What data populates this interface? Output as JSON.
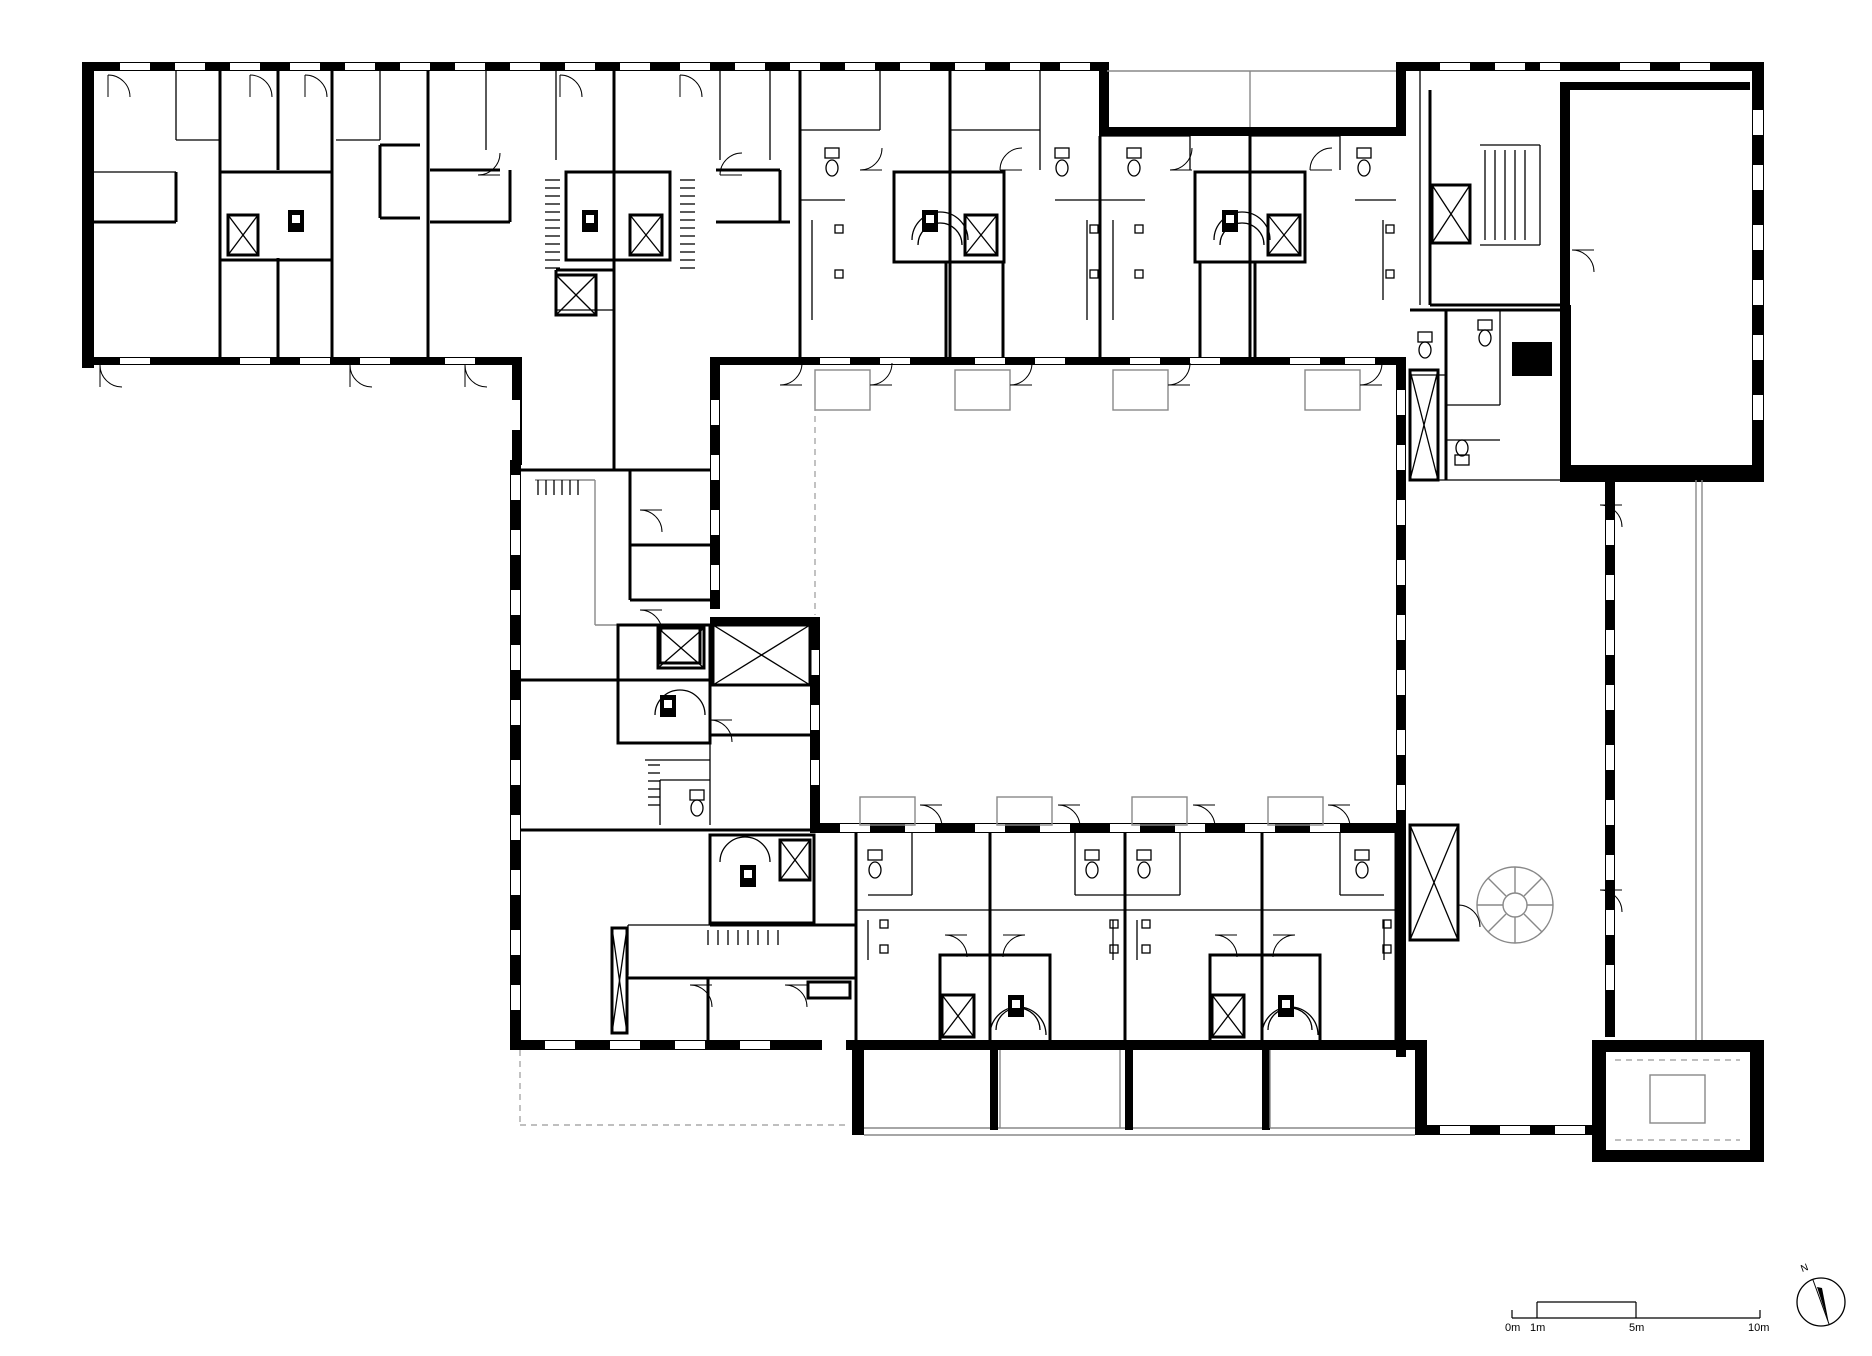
{
  "scale_bar": {
    "labels": [
      "0m",
      "1m",
      "5m",
      "10m"
    ]
  },
  "north_arrow": {
    "label": "N"
  },
  "icons": [
    "north-arrow-icon",
    "stair-icon",
    "lift-icon",
    "toilet-icon",
    "door-swing-icon"
  ]
}
